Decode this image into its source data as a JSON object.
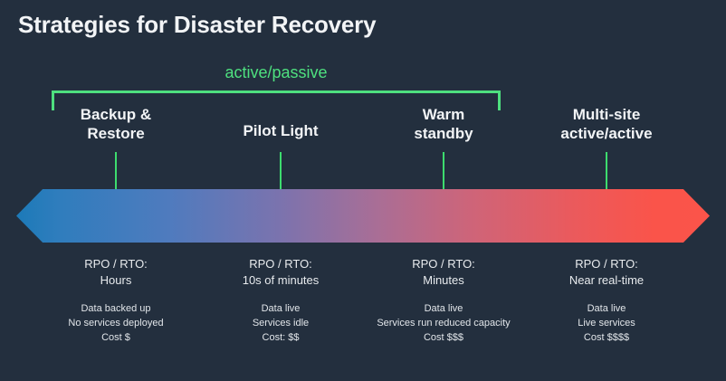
{
  "slide": {
    "title": "Strategies for Disaster Recovery",
    "background_color": "#232f3e",
    "accent_green": "#4ee07f"
  },
  "bracket": {
    "label": "active/passive",
    "color": "#4ee07f",
    "spans_strategies": [
      "Backup & Restore",
      "Pilot Light",
      "Warm standby"
    ]
  },
  "spectrum": {
    "left_color": "#1c7ab8",
    "mid_color": "#b6698f",
    "right_color": "#fb544a",
    "left_meaning": "Backup & Restore",
    "right_meaning": "Multi-site active/active"
  },
  "chart_data": {
    "type": "table",
    "title": "Strategies for Disaster Recovery",
    "categories": [
      "Backup & Restore",
      "Pilot Light",
      "Warm standby",
      "Multi-site active/active"
    ],
    "columns": [
      "RPO / RTO",
      "Data",
      "Services",
      "Cost"
    ],
    "rows": [
      {
        "strategy": "Backup & Restore",
        "rpo_rto": "Hours",
        "data": "Data backed up",
        "services": "No services deployed",
        "cost": "Cost $",
        "cost_level": 1
      },
      {
        "strategy": "Pilot Light",
        "rpo_rto": "10s of minutes",
        "data": "Data live",
        "services": "Services idle",
        "cost": "Cost: $$",
        "cost_level": 2
      },
      {
        "strategy": "Warm standby",
        "rpo_rto": "Minutes",
        "data": "Data live",
        "services": "Services run reduced capacity",
        "cost": "Cost $$$",
        "cost_level": 3
      },
      {
        "strategy": "Multi-site active/active",
        "rpo_rto": "Near real-time",
        "data": "Data live",
        "services": "Live services",
        "cost": "Cost $$$$",
        "cost_level": 4
      }
    ]
  },
  "columns": [
    {
      "heading": "Backup &\nRestore",
      "rpo_label": "RPO / RTO:",
      "rpo_value": "Hours",
      "rpo_block": "RPO / RTO:\nHours",
      "spec_block": "Data backed up\nNo services deployed\nCost $"
    },
    {
      "heading": "Pilot Light",
      "rpo_label": "RPO / RTO:",
      "rpo_value": "10s of minutes",
      "rpo_block": "RPO / RTO:\n10s of minutes",
      "spec_block": "Data live\nServices idle\nCost: $$"
    },
    {
      "heading": "Warm\nstandby",
      "rpo_label": "RPO / RTO:",
      "rpo_value": "Minutes",
      "rpo_block": "RPO / RTO:\nMinutes",
      "spec_block": "Data live\nServices run reduced capacity\nCost $$$"
    },
    {
      "heading": "Multi-site\nactive/active",
      "rpo_label": "RPO / RTO:",
      "rpo_value": "Near real-time",
      "rpo_block": "RPO / RTO:\nNear real-time",
      "spec_block": "Data live\nLive services\nCost $$$$"
    }
  ]
}
